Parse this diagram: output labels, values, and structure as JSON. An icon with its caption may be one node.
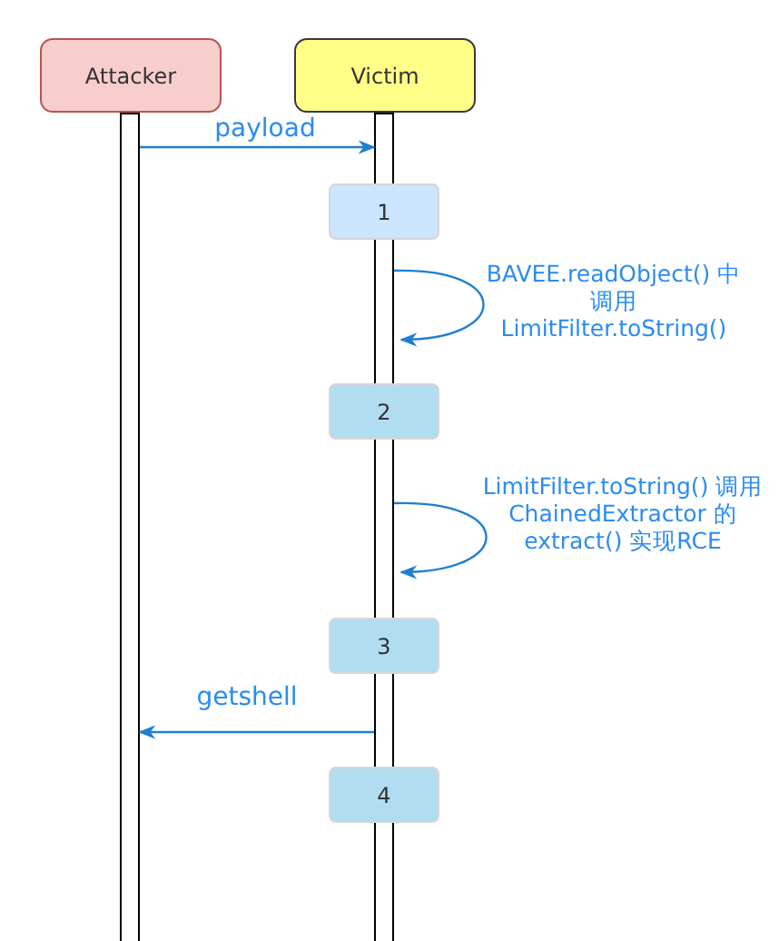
{
  "diagram": {
    "nodes": [
      {
        "text": [
          "Attacker"
        ]
      },
      {
        "text": [
          "Victim"
        ]
      },
      {
        "text": [],
        "shape": "bar"
      },
      {
        "text": [],
        "shape": "bar"
      },
      {
        "text": [
          "1"
        ]
      },
      {
        "text": [
          "2"
        ]
      },
      {
        "text": [
          "3"
        ]
      },
      {
        "text": [
          "4"
        ]
      }
    ],
    "edges": [
      {
        "from": 2,
        "to": 3,
        "arrow": "to",
        "label": "payload"
      },
      {
        "from": 3,
        "to": 3,
        "arrow": "to",
        "label": "BAVEE.readObject() 中调用 LimitFilter.toString()"
      },
      {
        "from": 3,
        "to": 3,
        "arrow": "to",
        "label": "LimitFilter.toString() 调用ChainedExtractor 的extract() 实现RCE"
      },
      {
        "from": 3,
        "to": 2,
        "arrow": "to",
        "label": "getshell"
      }
    ]
  }
}
